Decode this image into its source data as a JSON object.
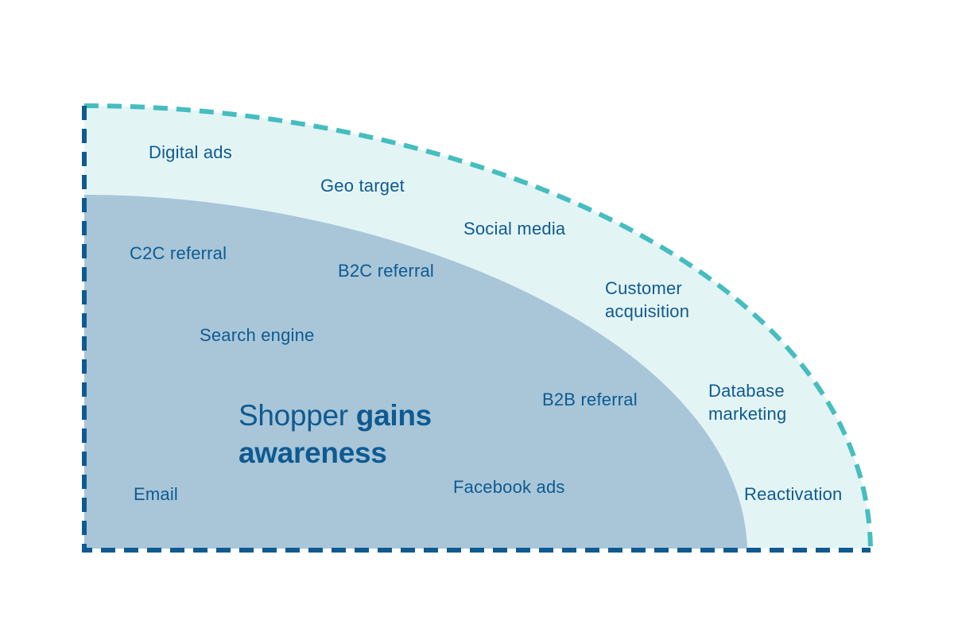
{
  "colors": {
    "outer_fill": "#e3f4f5",
    "inner_fill": "#a8c6d8",
    "dashed_teal": "#46bdbf",
    "dashed_navy": "#0f5a91",
    "text": "#0f5a91"
  },
  "title": {
    "light": "Shopper ",
    "bold_1": "gains",
    "bold_2": "awareness"
  },
  "outer_ring_labels": [
    {
      "id": "digital-ads",
      "text": "Digital ads"
    },
    {
      "id": "geo-target",
      "text": "Geo target"
    },
    {
      "id": "social-media",
      "text": "Social media"
    },
    {
      "id": "customer-acquisition",
      "text": "Customer\nacquisition"
    },
    {
      "id": "database-marketing",
      "text": "Database\nmarketing"
    },
    {
      "id": "reactivation",
      "text": "Reactivation"
    }
  ],
  "inner_labels": [
    {
      "id": "c2c-referral",
      "text": "C2C referral"
    },
    {
      "id": "b2c-referral",
      "text": "B2C referral"
    },
    {
      "id": "search-engine",
      "text": "Search engine"
    },
    {
      "id": "b2b-referral",
      "text": "B2B referral"
    },
    {
      "id": "email",
      "text": "Email"
    },
    {
      "id": "facebook-ads",
      "text": "Facebook ads"
    }
  ]
}
